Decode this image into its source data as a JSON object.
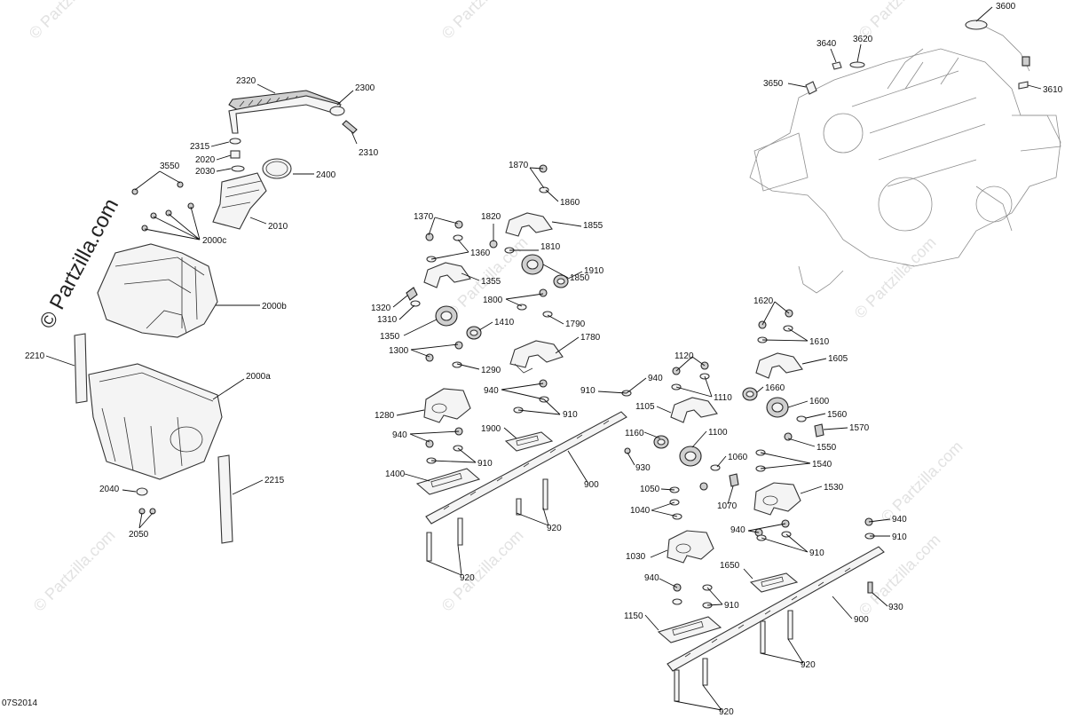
{
  "watermark": {
    "main": "© Partzilla.com",
    "repeat": "© Partzilla.com"
  },
  "diagram_code": "07S2014",
  "part_numbers": {
    "p2320": "2320",
    "p2300": "2300",
    "p2310": "2310",
    "p2315": "2315",
    "p2020": "2020",
    "p2030": "2030",
    "p2400": "2400",
    "p3550": "3550",
    "p2010": "2010",
    "p2000c": "2000c",
    "p2000b": "2000b",
    "p2210": "2210",
    "p2000a": "2000a",
    "p2040": "2040",
    "p2050": "2050",
    "p2215": "2215",
    "p1870": "1870",
    "p1860": "1860",
    "p1370": "1370",
    "p1820": "1820",
    "p1855": "1855",
    "p1360": "1360",
    "p1810": "1810",
    "p1850": "1850",
    "p1910": "1910",
    "p1355": "1355",
    "p1320": "1320",
    "p1800": "1800",
    "p1310": "1310",
    "p1790": "1790",
    "p1350": "1350",
    "p1410": "1410",
    "p1780": "1780",
    "p1300": "1300",
    "p1290": "1290",
    "p940a": "940",
    "p910a": "910",
    "p1280": "1280",
    "p1900": "1900",
    "p940b": "940",
    "p910b": "910",
    "p1400": "1400",
    "p900a": "900",
    "p920a": "920",
    "p920b": "920",
    "p910c": "910",
    "p940c": "940",
    "p1120": "1120",
    "p1110": "1110",
    "p1105": "1105",
    "p1160": "1160",
    "p1100": "1100",
    "p930a": "930",
    "p1060": "1060",
    "p1050": "1050",
    "p1070": "1070",
    "p1040": "1040",
    "p1030": "1030",
    "p940d": "940",
    "p910d": "910",
    "p1150": "1150",
    "p1650": "1650",
    "p940e": "940",
    "p910e": "910",
    "p940f": "940",
    "p910f": "910",
    "p900b": "900",
    "p930b": "930",
    "p920c": "920",
    "p920d": "920",
    "p1620": "1620",
    "p1610": "1610",
    "p1605": "1605",
    "p1660": "1660",
    "p1600": "1600",
    "p1560": "1560",
    "p1570": "1570",
    "p1550": "1550",
    "p1540": "1540",
    "p1530": "1530",
    "p3600": "3600",
    "p3640": "3640",
    "p3620": "3620",
    "p3650": "3650",
    "p3610": "3610"
  }
}
